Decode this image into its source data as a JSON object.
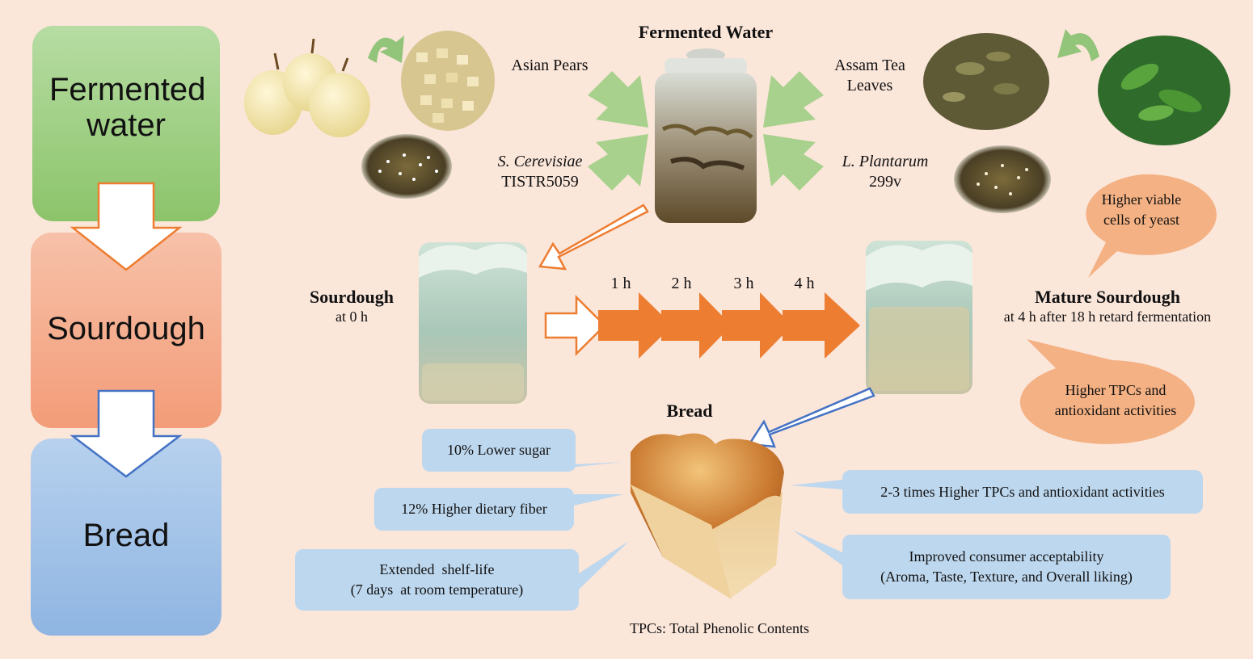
{
  "stages": {
    "fermented_water": "Fermented water",
    "sourdough": "Sourdough",
    "bread": "Bread"
  },
  "top": {
    "title": "Fermented Water",
    "asian_pears": "Asian Pears",
    "assam_line1": "Assam Tea",
    "assam_line2": "Leaves",
    "s_cer_line1": "S. Cerevisiae",
    "s_cer_line2": "TISTR5059",
    "l_plant_line1": "L. Plantarum",
    "l_plant_line2": "299v"
  },
  "middle": {
    "sourdough_title": "Sourdough",
    "sourdough_sub": "at 0 h",
    "hours": [
      "1 h",
      "2 h",
      "3 h",
      "4 h"
    ],
    "mature_title": "Mature Sourdough",
    "mature_sub": "at 4 h after 18 h retard fermentation",
    "yeast_line1": "Higher viable",
    "yeast_line2": "cells of yeast",
    "tpc_line1": "Higher TPCs and",
    "tpc_line2": "antioxidant activities"
  },
  "bread": {
    "title": "Bread",
    "sugar": "10% Lower sugar",
    "fiber": "12% Higher dietary fiber",
    "shelf_line1": "Extended  shelf-life",
    "shelf_line2": "(7 days  at room temperature)",
    "tpc_high": "2-3 times Higher TPCs and antioxidant activities",
    "consumer_line1": "Improved consumer acceptability",
    "consumer_line2": "(Aroma, Taste, Texture, and Overall liking)"
  },
  "footnote": "TPCs: Total Phenolic Contents",
  "colors": {
    "background": "#fbe6da",
    "green_stage": "#a7d08d",
    "salmon_stage": "#f2a688",
    "blue_stage": "#9dc0e6",
    "orange_arrow": "#ed7d31",
    "green_arrow": "#a9d18e",
    "callout_blue": "#bdd7ee",
    "callout_orange": "#f4b183"
  }
}
